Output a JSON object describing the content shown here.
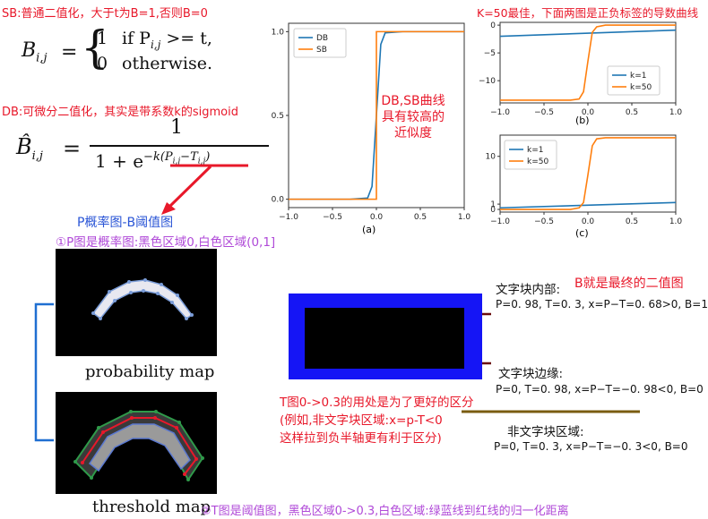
{
  "notes": {
    "sb_title": "SB:普通二值化，大于t为B=1,否则B=0",
    "db_title": "DB:可微分二值化，其实是带系数k的sigmoid",
    "k50_note": "K=50最佳，下面两图是正负标签的导数曲线",
    "p_b_label": "P概率图-B阈值图",
    "p_desc": "①P图是概率图:黑色区域0,白色区域(0,1]",
    "curve_note_line1": "DB,SB曲线",
    "curve_note_line2": "具有较高的",
    "curve_note_line3": "近似度",
    "t_note_line1": "T图0->0.3的用处是为了更好的区分",
    "t_note_line2": "(例如,非文字块区域:x=p-T<0",
    "t_note_line3": "这样拉到负半轴更有利于区分)",
    "t_desc": "②T图是阈值图，黑色区域0->0.3,白色区域:绿蓝线到红线的归一化距离",
    "b_final": "B就是最终的二值图"
  },
  "formulas": {
    "sb_lhs": "B",
    "sb_sub": "i,j",
    "sb_case1_val": "1",
    "sb_case1_cond": "if P",
    "sb_case1_tail": ">= t,",
    "sb_case2_val": "0",
    "sb_case2_cond": "otherwise.",
    "db_lhs": "B̂",
    "db_num": "1",
    "db_den_base": "1 + e",
    "db_exp": "−k(P",
    "db_exp_mid": "−T",
    "db_exp_tail": ")"
  },
  "images": {
    "prob_caption": "probability map",
    "thresh_caption": "threshold map"
  },
  "regions": {
    "inner_title": "文字块内部:",
    "inner_values": "P=0. 98, T=0. 3, x=P−T=0. 68>0, B=1",
    "edge_title": "文字块边缘:",
    "edge_values": "P=0, T=0. 98, x=P−T=−0. 98<0, B=0",
    "outside_title": "非文字块区域:",
    "outside_values": "P=0, T=0. 3, x=P−T=−0. 3<0, B=0"
  },
  "colors": {
    "db_line": "#1f77b4",
    "sb_line": "#ff7f0e",
    "accent_red": "#e8182a",
    "accent_purple": "#b04ad8",
    "blue_frame": "#1515f5"
  },
  "chart_data": [
    {
      "type": "line",
      "panel": "(a)",
      "x_ticks": [
        "−1.0",
        "−0.5",
        "0.0",
        "0.5",
        "1.0"
      ],
      "y_ticks": [
        "0.0",
        "0.5",
        "1.0"
      ],
      "xlim": [
        -1,
        1
      ],
      "ylim": [
        -0.05,
        1.05
      ],
      "legend_position": "top-left",
      "series": [
        {
          "name": "DB",
          "x": [
            -1,
            -0.3,
            -0.1,
            -0.05,
            0,
            0.05,
            0.1,
            0.3,
            1
          ],
          "y": [
            0,
            0,
            0.007,
            0.076,
            0.5,
            0.924,
            0.993,
            1,
            1
          ]
        },
        {
          "name": "SB",
          "x": [
            -1,
            0,
            0,
            1
          ],
          "y": [
            0,
            0,
            1,
            1
          ]
        }
      ]
    },
    {
      "type": "line",
      "panel": "(b)",
      "x_ticks": [
        "−1.0",
        "−0.5",
        "0.0",
        "0.5",
        "1.0"
      ],
      "y_ticks": [
        "0",
        "−5",
        "−10"
      ],
      "xlim": [
        -1,
        1
      ],
      "ylim": [
        -14,
        0.5
      ],
      "legend_position": "bottom-right",
      "series": [
        {
          "name": "k=1",
          "x": [
            -1,
            1
          ],
          "y": [
            -2,
            -0.9
          ]
        },
        {
          "name": "k=50",
          "x": [
            -1,
            -0.2,
            -0.1,
            -0.05,
            0,
            0.05,
            0.1,
            0.2,
            1
          ],
          "y": [
            -13.5,
            -13.5,
            -13.3,
            -12.0,
            -6.5,
            -1.3,
            -0.3,
            0,
            0
          ]
        }
      ]
    },
    {
      "type": "line",
      "panel": "(c)",
      "x_ticks": [
        "−1.0",
        "−0.5",
        "0.0",
        "0.5",
        "1.0"
      ],
      "y_ticks": [
        "0",
        "1",
        "10"
      ],
      "xlim": [
        -1,
        1
      ],
      "ylim": [
        -0.5,
        14
      ],
      "legend_position": "top-left",
      "series": [
        {
          "name": "k=1",
          "x": [
            -1,
            1
          ],
          "y": [
            0.3,
            1.3
          ]
        },
        {
          "name": "k=50",
          "x": [
            -1,
            -0.2,
            -0.1,
            -0.05,
            0,
            0.05,
            0.1,
            0.2,
            1
          ],
          "y": [
            0,
            0,
            0.3,
            1.3,
            6.5,
            12.0,
            13.3,
            13.5,
            13.5
          ]
        }
      ]
    }
  ]
}
